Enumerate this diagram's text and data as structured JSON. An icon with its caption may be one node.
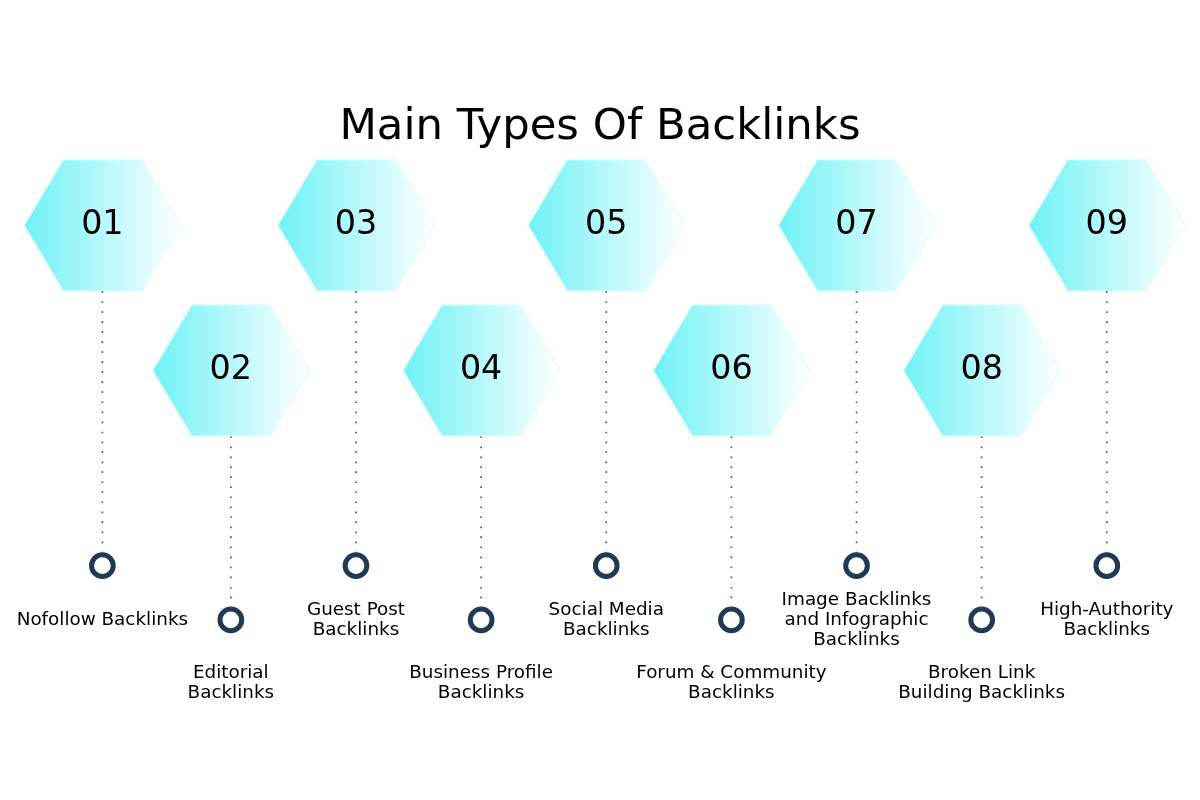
{
  "diagram": {
    "title": "Main Types Of Backlinks",
    "nodes": [
      {
        "text": [
          "01"
        ]
      },
      {
        "text": [
          "02"
        ]
      },
      {
        "text": [
          "03"
        ]
      },
      {
        "text": [
          "04"
        ]
      },
      {
        "text": [
          "05"
        ]
      },
      {
        "text": [
          "06"
        ]
      },
      {
        "text": [
          "07"
        ]
      },
      {
        "text": [
          "08"
        ]
      },
      {
        "text": [
          "09"
        ]
      },
      {
        "text": [],
        "shape": "circle",
        "beside": [
          "Nofollow Backlinks"
        ]
      },
      {
        "text": [],
        "shape": "circle",
        "beside": [
          "Editorial Backlinks"
        ]
      },
      {
        "text": [],
        "shape": "circle",
        "beside": [
          "Guest Post Backlinks"
        ]
      },
      {
        "text": [],
        "shape": "circle",
        "beside": [
          "Business Profile Backlinks"
        ]
      },
      {
        "text": [],
        "shape": "circle",
        "beside": [
          "Social Media Backlinks"
        ]
      },
      {
        "text": [],
        "shape": "circle",
        "beside": [
          "Forum & Community Backlinks"
        ]
      },
      {
        "text": [],
        "shape": "circle",
        "beside": [
          "Image Backlinks and Infographic Backlinks"
        ]
      },
      {
        "text": [],
        "shape": "circle",
        "beside": [
          "Broken Link Building Backlinks"
        ]
      },
      {
        "text": [],
        "shape": "circle",
        "beside": [
          "High-Authority Backlinks"
        ]
      }
    ],
    "edges": [
      {
        "from": 0,
        "to": 9,
        "arrow": "none",
        "style": "dashed"
      },
      {
        "from": 1,
        "to": 10,
        "arrow": "none",
        "style": "dashed"
      },
      {
        "from": 2,
        "to": 11,
        "arrow": "none",
        "style": "dashed"
      },
      {
        "from": 3,
        "to": 12,
        "arrow": "none",
        "style": "dashed"
      },
      {
        "from": 4,
        "to": 13,
        "arrow": "none",
        "style": "dashed"
      },
      {
        "from": 5,
        "to": 14,
        "arrow": "none",
        "style": "dashed"
      },
      {
        "from": 6,
        "to": 15,
        "arrow": "none",
        "style": "dashed"
      },
      {
        "from": 7,
        "to": 16,
        "arrow": "none",
        "style": "dashed"
      },
      {
        "from": 8,
        "to": 17,
        "arrow": "none",
        "style": "dashed"
      }
    ]
  }
}
